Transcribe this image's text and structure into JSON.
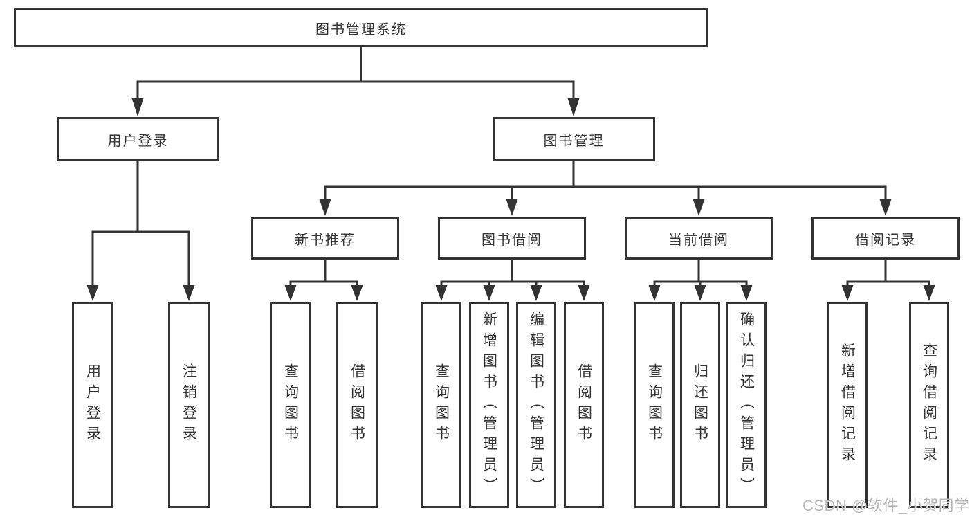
{
  "diagram_type": "hierarchy-tree",
  "tree": {
    "label": "图书管理系统",
    "children": [
      {
        "label": "用户登录",
        "children": [
          {
            "label": "用户登录"
          },
          {
            "label": "注销登录"
          }
        ]
      },
      {
        "label": "图书管理",
        "children": [
          {
            "label": "新书推荐",
            "children": [
              {
                "label": "查询图书"
              },
              {
                "label": "借阅图书"
              }
            ]
          },
          {
            "label": "图书借阅",
            "children": [
              {
                "label": "查询图书"
              },
              {
                "label": "新增图书（管理员）"
              },
              {
                "label": "编辑图书（管理员）"
              },
              {
                "label": "借阅图书"
              }
            ]
          },
          {
            "label": "当前借阅",
            "children": [
              {
                "label": "查询图书"
              },
              {
                "label": "归还图书"
              },
              {
                "label": "确认归还（管理员）"
              }
            ]
          },
          {
            "label": "借阅记录",
            "children": [
              {
                "label": "新增借阅记录"
              },
              {
                "label": "查询借阅记录"
              }
            ]
          }
        ]
      }
    ]
  },
  "watermark": {
    "text": "CSDN @软件_小贺同学"
  },
  "colors": {
    "line": "#333333",
    "box_border": "#333333",
    "text": "#333333",
    "watermark": "#b8b8b8",
    "background": "#ffffff"
  }
}
